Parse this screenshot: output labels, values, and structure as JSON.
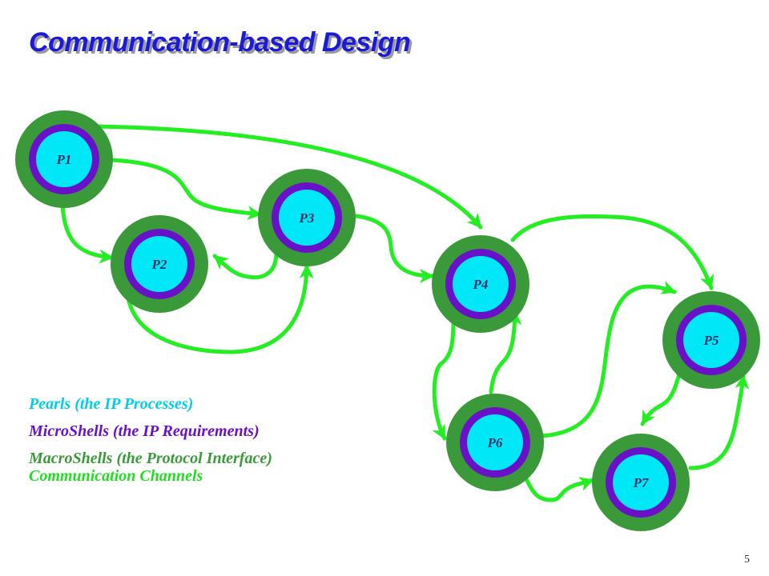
{
  "title": "Communication-based Design",
  "colors": {
    "title": "#1a1ad8",
    "macroshell": "#3a9a3a",
    "microshell": "#6a10c8",
    "pearl": "#00e8f8",
    "channel": "#22ee22",
    "node_label": "#333366"
  },
  "nodes": [
    {
      "id": "P1",
      "label": "P1"
    },
    {
      "id": "P2",
      "label": "P2"
    },
    {
      "id": "P3",
      "label": "P3"
    },
    {
      "id": "P4",
      "label": "P4"
    },
    {
      "id": "P5",
      "label": "P5"
    },
    {
      "id": "P6",
      "label": "P6"
    },
    {
      "id": "P7",
      "label": "P7"
    }
  ],
  "channels": [
    {
      "from": "P1",
      "to": "P4"
    },
    {
      "from": "P1",
      "to": "P3"
    },
    {
      "from": "P1",
      "to": "P2"
    },
    {
      "from": "P3",
      "to": "P2"
    },
    {
      "from": "P2",
      "to": "P3"
    },
    {
      "from": "P3",
      "to": "P4"
    },
    {
      "from": "P4",
      "to": "P5"
    },
    {
      "from": "P4",
      "to": "P6"
    },
    {
      "from": "P6",
      "to": "P4"
    },
    {
      "from": "P6",
      "to": "P5"
    },
    {
      "from": "P5",
      "to": "P7"
    },
    {
      "from": "P6",
      "to": "P7"
    },
    {
      "from": "P7",
      "to": "P5"
    }
  ],
  "legend": [
    {
      "text": "Pearls (the IP Processes)",
      "color": "#00ccee"
    },
    {
      "text": "MicroShells (the IP Requirements)",
      "color": "#6a10c8"
    },
    {
      "text": "MacroShells (the Protocol Interface)",
      "color": "#3a9a3a"
    },
    {
      "text": "Communication Channels",
      "color": "#22dd22"
    }
  ],
  "page_number": "5"
}
